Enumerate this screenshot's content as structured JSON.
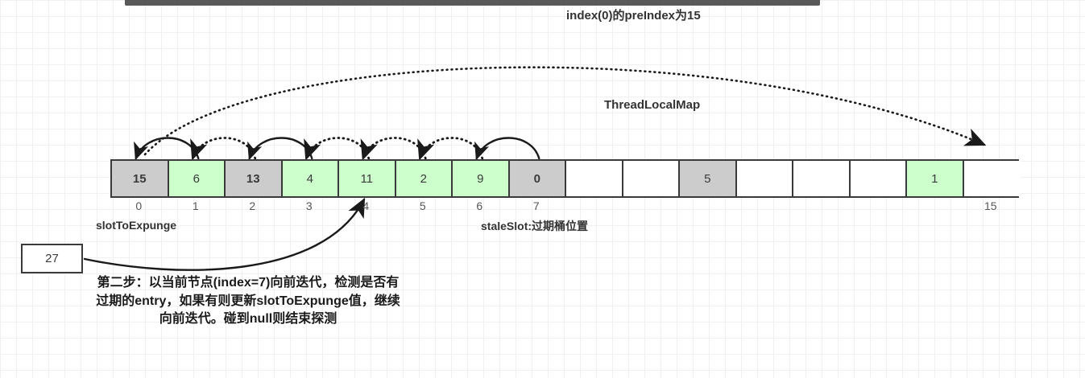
{
  "header": {
    "top_bar_color": "#595959"
  },
  "annotations": {
    "title_preindex": "index(0)的preIndex为15",
    "threadlocalmap_label": "ThreadLocalMap",
    "slot_to_expunge_label": "slotToExpunge",
    "stale_slot_label": "staleSlot:过期桶位置",
    "caption": "第二步：以当前节点(index=7)向前迭代，检测是否有过期的entry，如果有则更新slotToExpunge值，继续向前迭代。碰到null则结束探测"
  },
  "callout_box": {
    "value": "27"
  },
  "array": {
    "cell_count": 16,
    "colors": {
      "green": "#ccffcc",
      "gray": "#cccccc",
      "empty": "#ffffff",
      "border": "#3a3a3a"
    },
    "cells": [
      {
        "index": 0,
        "value": "15",
        "fill": "gray",
        "bold": true
      },
      {
        "index": 1,
        "value": "6",
        "fill": "green",
        "bold": false
      },
      {
        "index": 2,
        "value": "13",
        "fill": "gray",
        "bold": true
      },
      {
        "index": 3,
        "value": "4",
        "fill": "green",
        "bold": false
      },
      {
        "index": 4,
        "value": "11",
        "fill": "green",
        "bold": false
      },
      {
        "index": 5,
        "value": "2",
        "fill": "green",
        "bold": false
      },
      {
        "index": 6,
        "value": "9",
        "fill": "green",
        "bold": false
      },
      {
        "index": 7,
        "value": "0",
        "fill": "gray",
        "bold": true
      },
      {
        "index": 8,
        "value": "",
        "fill": "empty",
        "bold": false
      },
      {
        "index": 9,
        "value": "",
        "fill": "empty",
        "bold": false
      },
      {
        "index": 10,
        "value": "5",
        "fill": "gray",
        "bold": false
      },
      {
        "index": 11,
        "value": "",
        "fill": "empty",
        "bold": false
      },
      {
        "index": 12,
        "value": "",
        "fill": "empty",
        "bold": false
      },
      {
        "index": 13,
        "value": "",
        "fill": "empty",
        "bold": false
      },
      {
        "index": 14,
        "value": "1",
        "fill": "green",
        "bold": false
      },
      {
        "index": 15,
        "value": "",
        "fill": "empty",
        "bold": false
      }
    ],
    "index_labels": [
      {
        "index": 0,
        "label": "0"
      },
      {
        "index": 1,
        "label": "1"
      },
      {
        "index": 2,
        "label": "2"
      },
      {
        "index": 3,
        "label": "3"
      },
      {
        "index": 4,
        "label": "4"
      },
      {
        "index": 5,
        "label": "5"
      },
      {
        "index": 6,
        "label": "6"
      },
      {
        "index": 7,
        "label": "7"
      },
      {
        "index": 15,
        "label": "15"
      }
    ]
  },
  "arrows": {
    "hop_arcs": [
      {
        "from_index": 1,
        "to_index": 0,
        "style": "solid"
      },
      {
        "from_index": 2,
        "to_index": 1,
        "style": "dotted"
      },
      {
        "from_index": 3,
        "to_index": 2,
        "style": "solid"
      },
      {
        "from_index": 4,
        "to_index": 3,
        "style": "dotted"
      },
      {
        "from_index": 5,
        "to_index": 4,
        "style": "dotted"
      },
      {
        "from_index": 6,
        "to_index": 5,
        "style": "dotted"
      },
      {
        "from_index": 7,
        "to_index": 6,
        "style": "solid"
      }
    ],
    "long_arc": {
      "from_index": 0,
      "to_index": 15,
      "style": "dotted"
    },
    "callout_arrow": {
      "from": "callout_box",
      "to_index": 4,
      "style": "solid"
    }
  }
}
